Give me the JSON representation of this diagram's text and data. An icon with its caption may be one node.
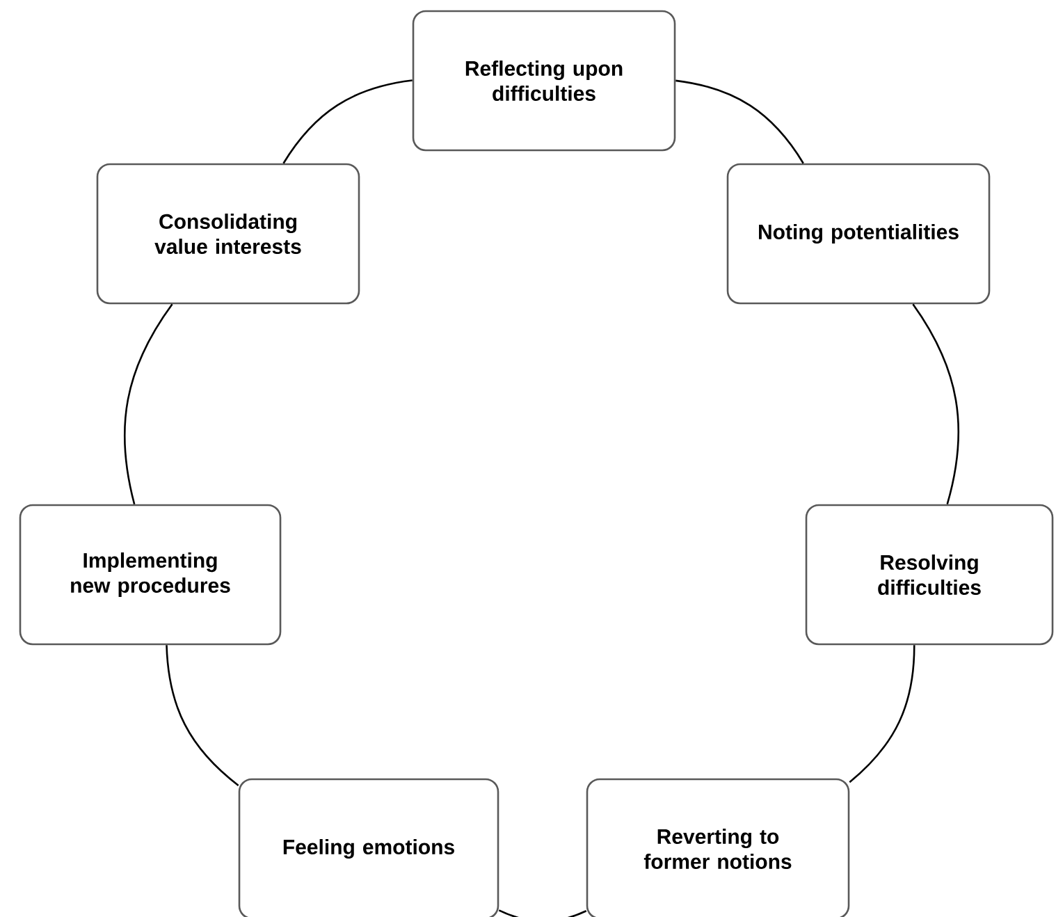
{
  "diagram": {
    "nodes": [
      {
        "text": [
          "Reflecting upon difficulties"
        ]
      },
      {
        "text": [
          "Noting potentialities"
        ]
      },
      {
        "text": [
          "Resolving difficulties"
        ]
      },
      {
        "text": [
          "Reverting to former notions"
        ]
      },
      {
        "text": [
          "Feeling emotions"
        ]
      },
      {
        "text": [
          "Implementing new procedures"
        ]
      },
      {
        "text": [
          "Consolidating value interests"
        ]
      }
    ],
    "edges": [
      {
        "from": 0,
        "to": 1,
        "arrow": "none"
      },
      {
        "from": 1,
        "to": 2,
        "arrow": "none"
      },
      {
        "from": 2,
        "to": 3,
        "arrow": "none"
      },
      {
        "from": 3,
        "to": 4,
        "arrow": "none"
      },
      {
        "from": 4,
        "to": 5,
        "arrow": "none"
      },
      {
        "from": 5,
        "to": 6,
        "arrow": "none"
      },
      {
        "from": 6,
        "to": 0,
        "arrow": "none"
      }
    ]
  }
}
